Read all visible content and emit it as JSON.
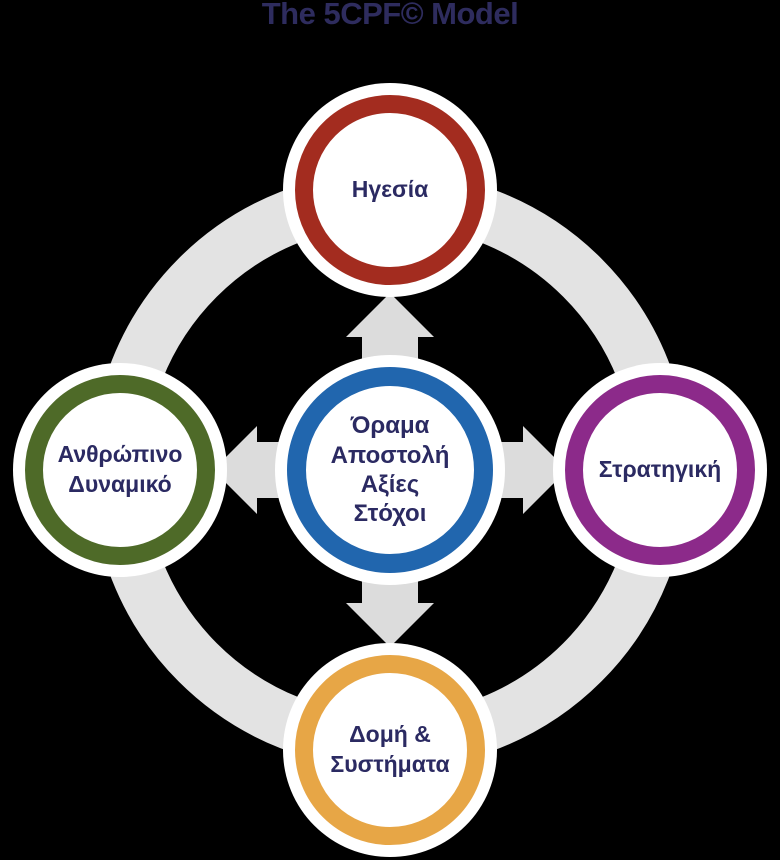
{
  "title": "The 5CPF© Model",
  "palette": {
    "background": "#000000",
    "title_text": "#2e2c5e",
    "label_text": "#2b2a62",
    "halo": "#ffffff",
    "cycle_ring": "#e3e3e3",
    "arrow_fill": "#dcdcdc",
    "leadership_ring": "#a32c1f",
    "human_resources_ring": "#4e6a28",
    "strategy_ring": "#8c2a8a",
    "structure_systems_ring": "#e7a646",
    "center_ring": "#2166ae"
  },
  "center_node": {
    "lines": [
      "Όραμα",
      "Αποστολή",
      "Αξίες",
      "Στόχοι"
    ]
  },
  "nodes": {
    "leadership": {
      "lines": [
        "Ηγεσία"
      ]
    },
    "human_resources": {
      "lines": [
        "Ανθρώπινο",
        "Δυναμικό"
      ]
    },
    "strategy": {
      "lines": [
        "Στρατηγική"
      ]
    },
    "structure_systems": {
      "lines": [
        "Δομή &",
        "Συστήματα"
      ]
    }
  },
  "icons": {
    "arrows": [
      "up-arrow",
      "right-arrow",
      "down-arrow",
      "left-arrow"
    ]
  }
}
